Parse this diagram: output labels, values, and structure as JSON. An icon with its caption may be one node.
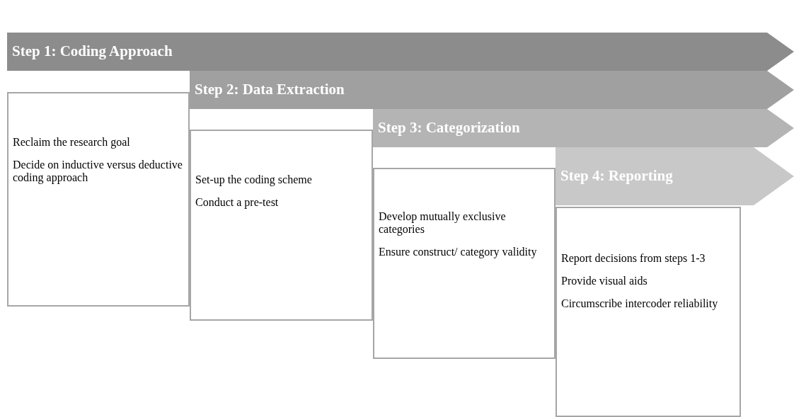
{
  "diagram": {
    "nodes": [
      {
        "text": [
          "Step 1: Coding Approach"
        ]
      },
      {
        "text": [
          "Reclaim the research goal",
          "Decide on inductive versus deductive coding approach"
        ]
      },
      {
        "text": [
          "Step 2: Data Extraction"
        ]
      },
      {
        "text": [
          "Set-up the coding scheme",
          "Conduct a pre-test"
        ]
      },
      {
        "text": [
          "Step 3: Categorization"
        ]
      },
      {
        "text": [
          "Develop mutually exclusive categories",
          "Ensure construct/ category validity"
        ]
      },
      {
        "text": [
          "Step 4: Reporting"
        ]
      },
      {
        "text": [
          "Report decisions from steps 1-3",
          "Provide visual aids",
          "Circumscribe intercoder reliability"
        ]
      }
    ]
  }
}
